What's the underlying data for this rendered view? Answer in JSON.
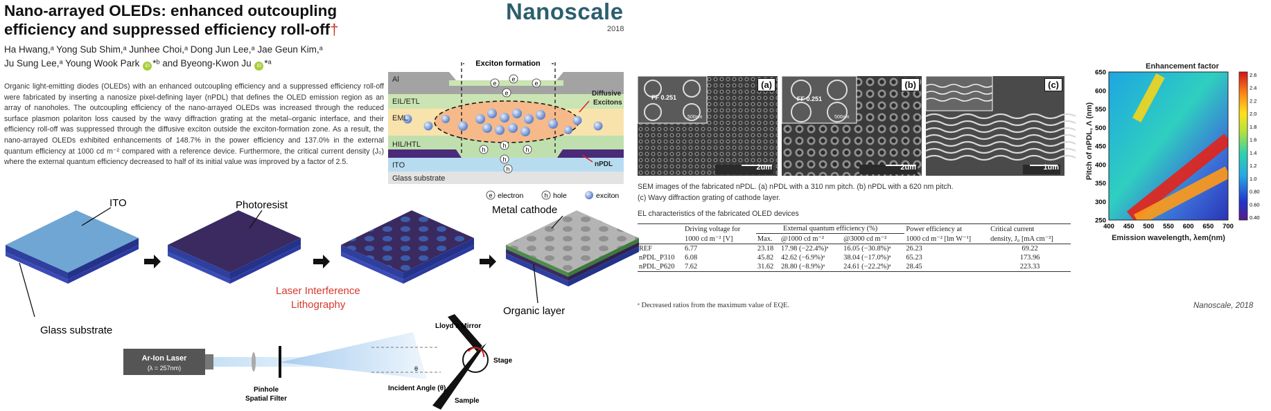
{
  "paper": {
    "title": "Nano-arrayed OLEDs: enhanced outcoupling efficiency and suppressed efficiency roll-off",
    "title_mark": "†",
    "journal": "Nanoscale",
    "year": "2018",
    "authors_line1": "Ha Hwang,ᵃ Yong Sub Shim,ᵃ Junhee Choi,ᵃ Dong Jun Lee,ᵃ Jae Geun Kim,ᵃ",
    "authors_line2a": "Ju Sung Lee,ᵃ Young Wook Park",
    "authors_line2b": "*ᵇ and Byeong-Kwon Ju",
    "authors_line2c": "*ᵃ",
    "orcid_label": "iD",
    "abstract": "Organic light-emitting diodes (OLEDs) with an enhanced outcoupling efficiency and a suppressed efficiency roll-off were fabricated by inserting a nanosize pixel-defining layer (nPDL) that defines the OLED emission region as an array of nanoholes. The outcoupling efficiency of the nano-arrayed OLEDs was increased through the reduced surface plasmon polariton loss caused by the wavy diffraction grating at the metal–organic interface, and their efficiency roll-off was suppressed through the diffusive exciton outside the exciton-formation zone. As a result, the nano-arrayed OLEDs exhibited enhancements of 148.7% in the power efficiency and 137.0% in the external quantum efficiency at 1000 cd m⁻² compared with a reference device. Furthermore, the critical current density (J₀) where the external quantum efficiency decreased to half of its initial value was improved by a factor of 2.5.",
    "credit": "Nanoscale, 2018"
  },
  "device": {
    "layers": [
      "Al",
      "EIL/ETL",
      "EML",
      "HIL/HTL",
      "ITO",
      "Glass substrate"
    ],
    "exciton_formation": "Exciton formation",
    "diffusive": "Diffusive",
    "excitons": "Excitons",
    "npdl": "nPDL",
    "e": "e",
    "h": "h",
    "legend_electron": "electron",
    "legend_hole": "hole",
    "legend_exciton": "exciton"
  },
  "fabrication": {
    "ito": "ITO",
    "photoresist": "Photoresist",
    "metal_cathode": "Metal cathode",
    "laser_line1": "Laser Interference",
    "laser_line2": "Lithography",
    "organic_layer": "Organic layer",
    "glass_substrate": "Glass substrate"
  },
  "setup": {
    "laser": "Ar-Ion Laser",
    "laser_wl": "(λ = 257nm)",
    "pinhole1": "Pinhole",
    "pinhole2": "Spatial Filter",
    "mirror": "Lloyd's Mirror",
    "stage": "Stage",
    "angle": "Incident Angle (θ)",
    "sample": "Sample",
    "theta": "θ"
  },
  "sem": {
    "a": "(a)",
    "b": "(b)",
    "c": "(c)",
    "scale_a": "2um",
    "scale_b": "2um",
    "scale_c": "1um",
    "ff_a": "FF 0.251",
    "ff_b": "FF 0.251",
    "inset_a_scale": "500nm",
    "inset_b_scale": "500nm",
    "caption_line1": "SEM images of the fabricated nPDL. (a) nPDL with a 310 nm pitch. (b) nPDL with a 620 nm pitch.",
    "caption_line2": "(c) Wavy diffraction grating of cathode layer."
  },
  "table": {
    "title": "EL characteristics of the fabricated OLED devices",
    "eqe_header": "External quantum efficiency (%)",
    "col_voltage_1": "Driving voltage for",
    "col_voltage_2": "1000 cd m⁻² [V]",
    "col_max": "Max.",
    "col_1000": "@1000 cd m⁻²",
    "col_3000": "@3000 cd m⁻²",
    "col_pe_1": "Power efficiency at",
    "col_pe_2": "1000 cd m⁻² [lm W⁻¹]",
    "col_j_1": "Critical current",
    "col_j_2": "density, J₀ [mA cm⁻²]",
    "rows": [
      {
        "name": "REF",
        "v": "6.77",
        "max": "23.18",
        "e1000": "17.98 (−22.4%)ᵃ",
        "e3000": "16.05 (−30.8%)ᵃ",
        "pe": "26.23",
        "j0": "69.22"
      },
      {
        "name": "nPDL_P310",
        "v": "6.08",
        "max": "45.82",
        "e1000": "42.62 (−6.9%)ᵃ",
        "e3000": "38.04 (−17.0%)ᵃ",
        "pe": "65.23",
        "j0": "173.96"
      },
      {
        "name": "nPDL_P620",
        "v": "7.62",
        "max": "31.62",
        "e1000": "28.80 (−8.9%)ᵃ",
        "e3000": "24.61 (−22.2%)ᵃ",
        "pe": "28.45",
        "j0": "223.33"
      }
    ],
    "footnote": "ᵃ Decreased ratios from the maximum value of EQE."
  },
  "heatmap": {
    "title": "Enhancement factor",
    "ylabel": "Pitch of nPDL, Λ (nm)",
    "xlabel": "Emission wavelength, λem(nm)",
    "xticks": [
      "400",
      "450",
      "500",
      "550",
      "600",
      "650",
      "700"
    ],
    "yticks": [
      "650",
      "600",
      "550",
      "500",
      "450",
      "400",
      "350",
      "300",
      "250"
    ],
    "cticks": [
      "2.6",
      "2.4",
      "2.2",
      "2.0",
      "1.8",
      "1.6",
      "1.4",
      "1.2",
      "1.0",
      "0.80",
      "0.60",
      "0.40"
    ]
  },
  "chart_data": {
    "type": "heatmap",
    "title": "Enhancement factor",
    "xlabel": "Emission wavelength, λem(nm)",
    "ylabel": "Pitch of nPDL, Λ (nm)",
    "xlim": [
      400,
      700
    ],
    "ylim": [
      250,
      650
    ],
    "clim": [
      0.4,
      2.6
    ],
    "colormap": "jet",
    "bands": [
      {
        "from": [
          455,
          260
        ],
        "to": [
          700,
          470
        ],
        "level": 2.3
      },
      {
        "from": [
          470,
          250
        ],
        "to": [
          700,
          380
        ],
        "level": 1.9
      },
      {
        "from": [
          470,
          520
        ],
        "to": [
          530,
          640
        ],
        "level": 1.8
      }
    ]
  },
  "colors": {
    "journal": "#2c5f6e",
    "al": "#9d9d9d",
    "eil": "#c8e2b0",
    "eml": "#f8e0a8",
    "hil": "#bcdcaa",
    "ito": "#b7dcf0",
    "glass": "#e3e3e3",
    "npdl": "#4a2b7a",
    "exciton_zone": "#f5b98a"
  }
}
